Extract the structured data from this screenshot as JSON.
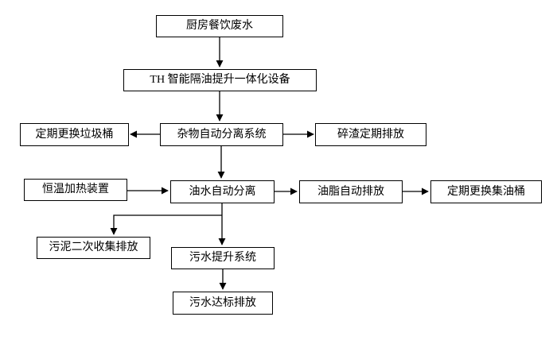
{
  "diagram": {
    "type": "flowchart",
    "colors": {
      "background": "#ffffff",
      "box_fill": "#ffffff",
      "box_border": "#000000",
      "arrow": "#000000",
      "text": "#000000"
    },
    "nodes": {
      "kitchen_wastewater": {
        "label": "厨房餐饮废水"
      },
      "th_device": {
        "label": "TH 智能隔油提升一体化设备"
      },
      "debris_separation": {
        "label": "杂物自动分离系统"
      },
      "trash_bin_replace": {
        "label": "定期更换垃圾桶"
      },
      "residue_discharge": {
        "label": "碎渣定期排放"
      },
      "heating_device": {
        "label": "恒温加热装置"
      },
      "oil_water_separation": {
        "label": "油水自动分离"
      },
      "grease_discharge": {
        "label": "油脂自动排放"
      },
      "oil_barrel_replace": {
        "label": "定期更换集油桶"
      },
      "sludge_discharge": {
        "label": "污泥二次收集排放"
      },
      "sewage_lifting": {
        "label": "污水提升系统"
      },
      "sewage_standard_discharge": {
        "label": "污水达标排放"
      }
    },
    "edges": [
      {
        "from": "kitchen_wastewater",
        "to": "th_device"
      },
      {
        "from": "th_device",
        "to": "debris_separation"
      },
      {
        "from": "debris_separation",
        "to": "trash_bin_replace"
      },
      {
        "from": "debris_separation",
        "to": "residue_discharge"
      },
      {
        "from": "debris_separation",
        "to": "oil_water_separation"
      },
      {
        "from": "heating_device",
        "to": "oil_water_separation"
      },
      {
        "from": "oil_water_separation",
        "to": "grease_discharge"
      },
      {
        "from": "grease_discharge",
        "to": "oil_barrel_replace"
      },
      {
        "from": "oil_water_separation",
        "to": "sludge_discharge"
      },
      {
        "from": "oil_water_separation",
        "to": "sewage_lifting"
      },
      {
        "from": "sewage_lifting",
        "to": "sewage_standard_discharge"
      }
    ]
  }
}
